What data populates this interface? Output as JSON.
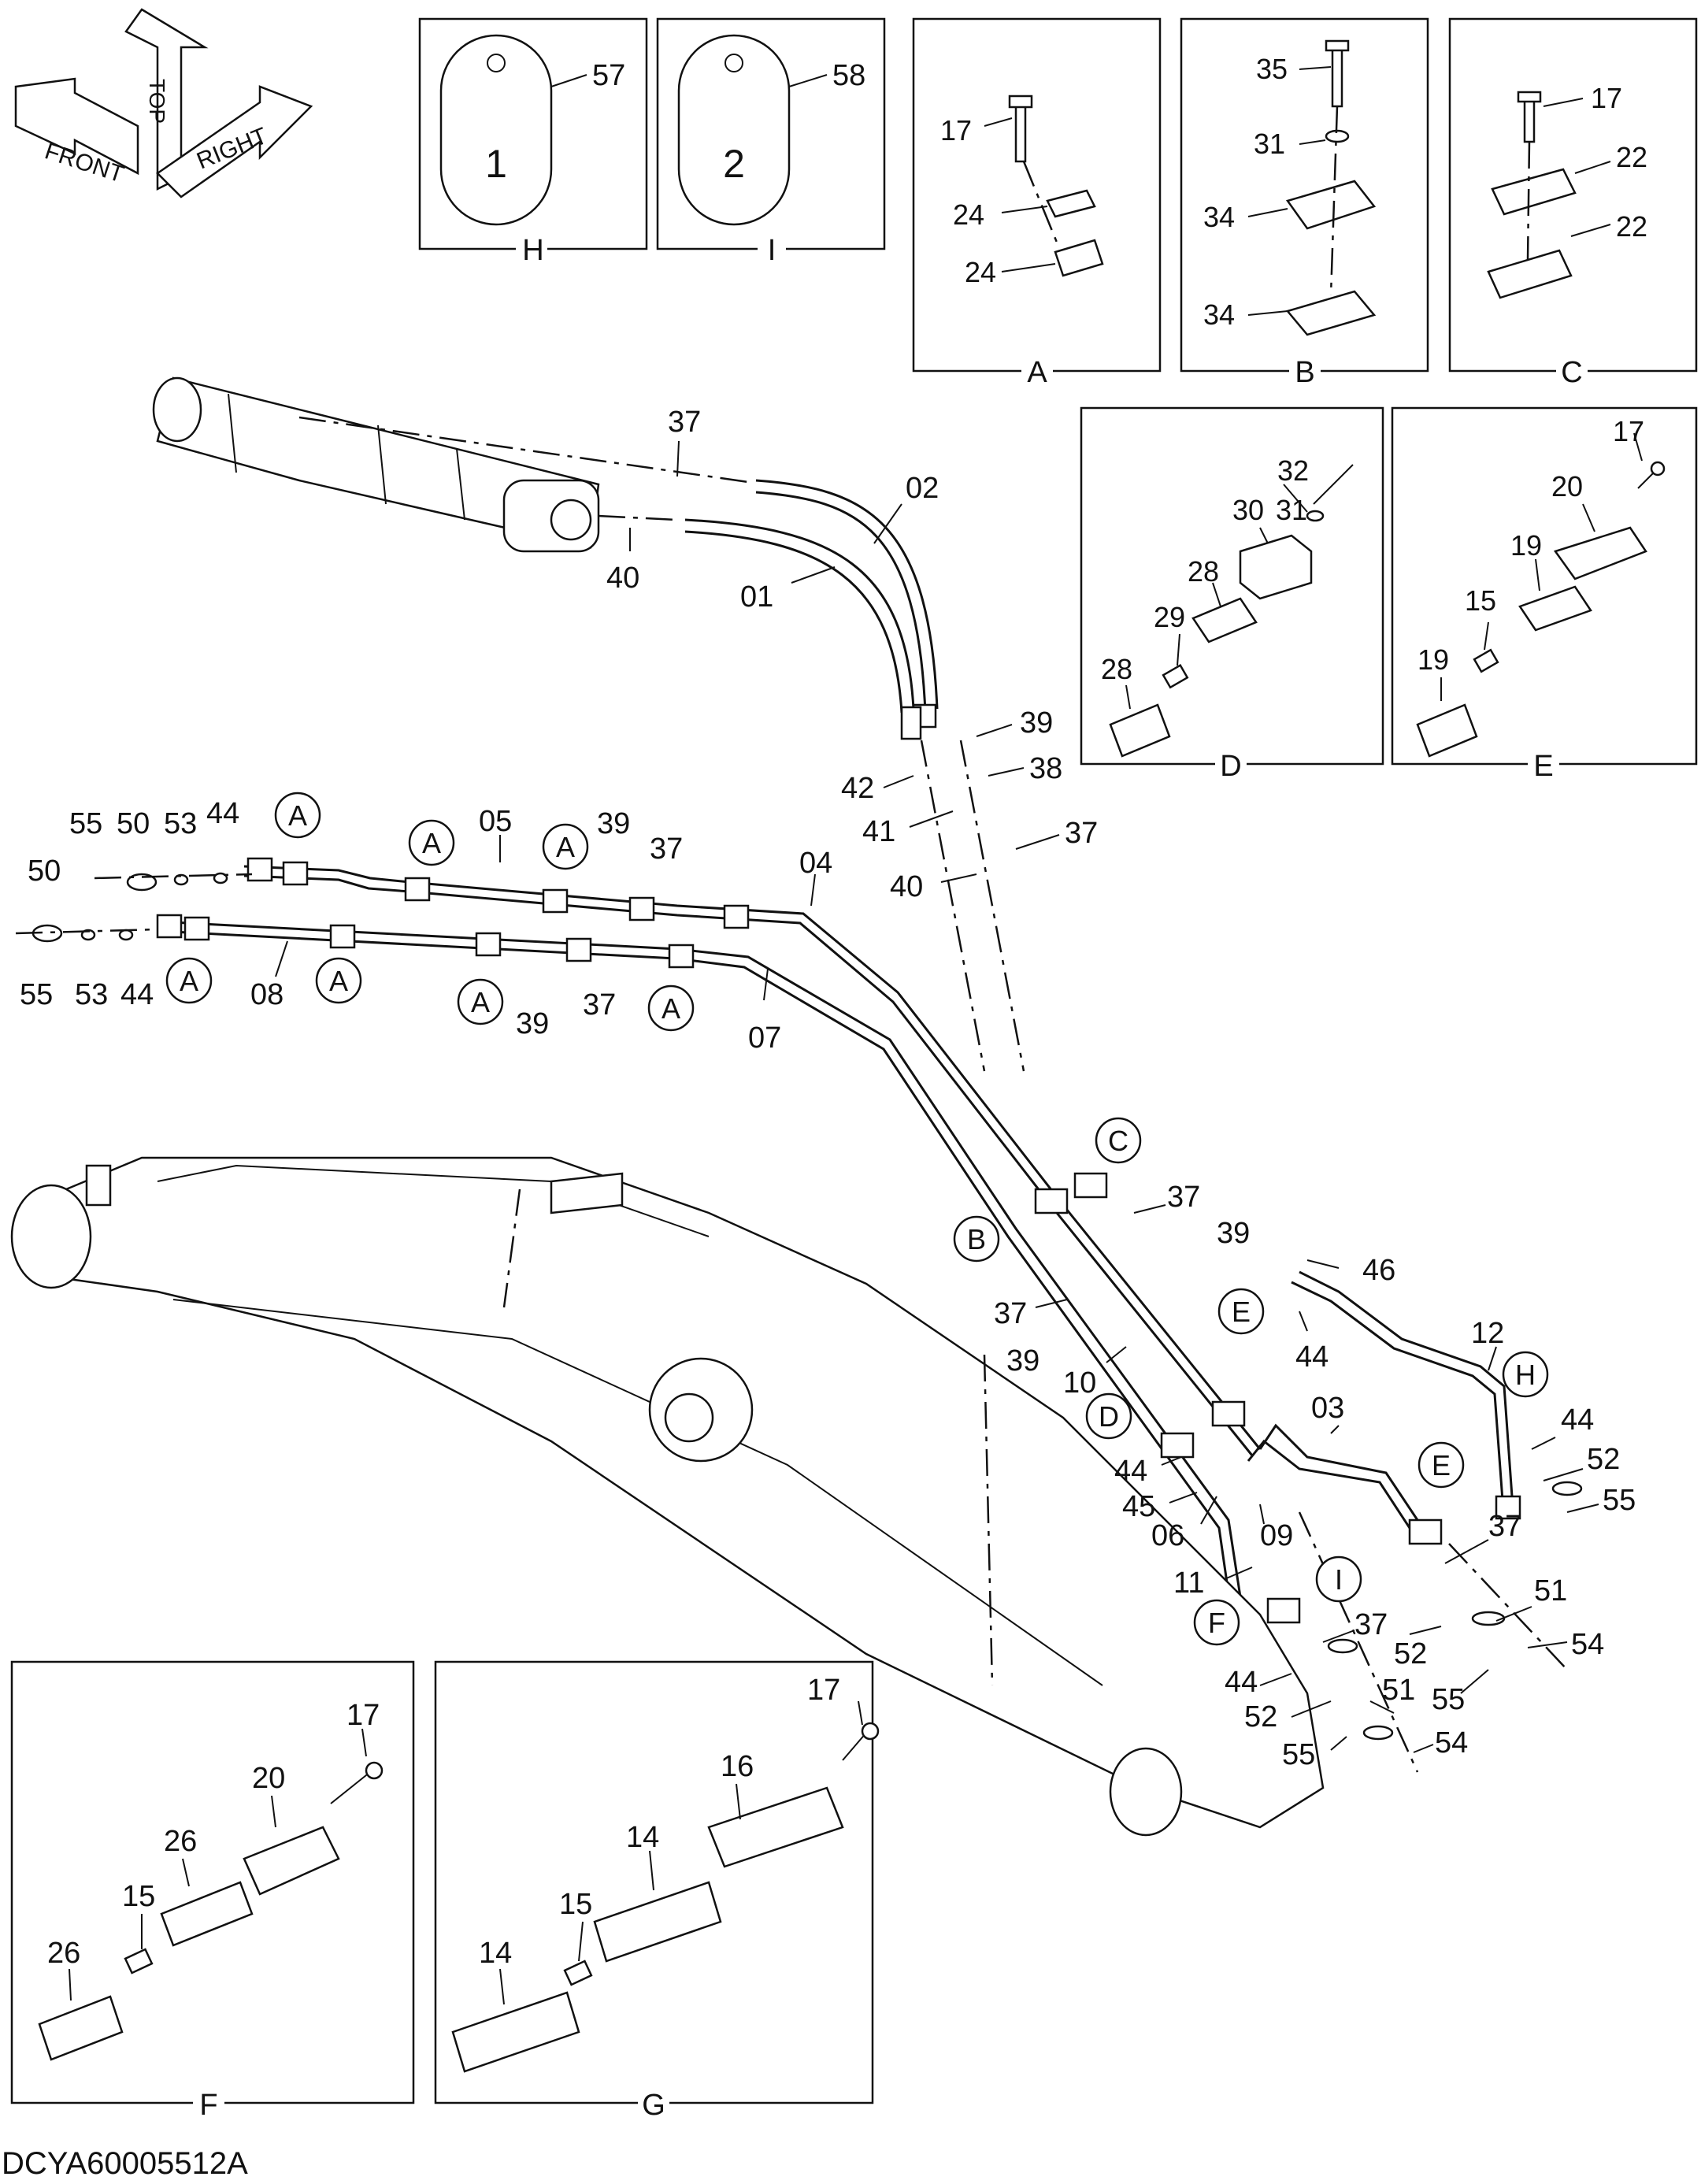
{
  "orientation": {
    "front": "FRONT",
    "top": "TOP",
    "right": "RIGHT"
  },
  "footer_code": "DCYA60005512A",
  "plates": [
    {
      "id": "plate-1",
      "number": "1",
      "part": "57",
      "view": "H"
    },
    {
      "id": "plate-2",
      "number": "2",
      "part": "58",
      "view": "I"
    }
  ],
  "detail_views": [
    {
      "id": "A",
      "label": "A",
      "callouts": [
        "17",
        "24",
        "24"
      ]
    },
    {
      "id": "B",
      "label": "B",
      "callouts": [
        "35",
        "31",
        "34",
        "34"
      ]
    },
    {
      "id": "C",
      "label": "C",
      "callouts": [
        "17",
        "22",
        "22"
      ]
    },
    {
      "id": "D",
      "label": "D",
      "callouts": [
        "32",
        "31",
        "30",
        "28",
        "29",
        "28"
      ]
    },
    {
      "id": "E",
      "label": "E",
      "callouts": [
        "17",
        "20",
        "19",
        "15",
        "19"
      ]
    },
    {
      "id": "F",
      "label": "F",
      "callouts": [
        "17",
        "20",
        "26",
        "15",
        "26"
      ]
    },
    {
      "id": "G",
      "label": "G",
      "callouts": [
        "17",
        "16",
        "14",
        "15",
        "14"
      ]
    }
  ],
  "main_callouts": [
    "37",
    "02",
    "40",
    "01",
    "39",
    "38",
    "42",
    "41",
    "37",
    "40",
    "55",
    "50",
    "53",
    "44",
    "05",
    "39",
    "37",
    "04",
    "50",
    "55",
    "53",
    "44",
    "08",
    "39",
    "37",
    "07",
    "37",
    "39",
    "46",
    "37",
    "39",
    "10",
    "44",
    "12",
    "03",
    "44",
    "52",
    "55",
    "44",
    "45",
    "06",
    "09",
    "11",
    "37",
    "51",
    "54",
    "37",
    "52",
    "55",
    "44",
    "52",
    "55",
    "51",
    "54"
  ],
  "view_markers": [
    "A",
    "B",
    "C",
    "D",
    "E",
    "F",
    "H",
    "I"
  ]
}
